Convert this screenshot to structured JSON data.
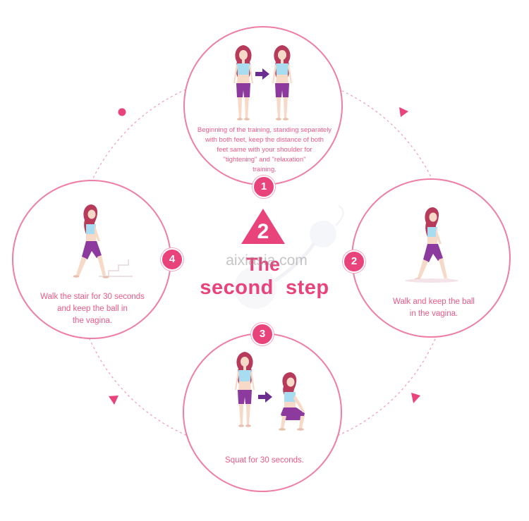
{
  "title": {
    "step_number": "2",
    "line1": "The",
    "line2": "second  step"
  },
  "watermark": "aixiasia.com",
  "steps": [
    {
      "number": "1",
      "caption_lines": [
        "Beginning of the training, standing separately",
        "with both feet, keep the distance of both",
        "feet same with your shoulder for",
        "\"tightening\" and \"relaxation\"",
        "training."
      ]
    },
    {
      "number": "2",
      "caption_lines": [
        "Walk and keep the ball",
        "in the vagina."
      ]
    },
    {
      "number": "3",
      "caption_lines": [
        "Squat for 30 seconds."
      ]
    },
    {
      "number": "4",
      "caption_lines": [
        "Walk the stair for 30 seconds",
        "and keep the ball in",
        "the vagina."
      ]
    }
  ],
  "colors": {
    "accent": "#e9437c",
    "circle_border": "#ee7ea3",
    "dashed_ring": "#f0a0bc",
    "arrow_purple": "#6b2d8f",
    "shorts": "#8c3a9e",
    "top": "#a8dcf0",
    "skin": "#f7d9c8",
    "hair": "#b83a5a"
  }
}
